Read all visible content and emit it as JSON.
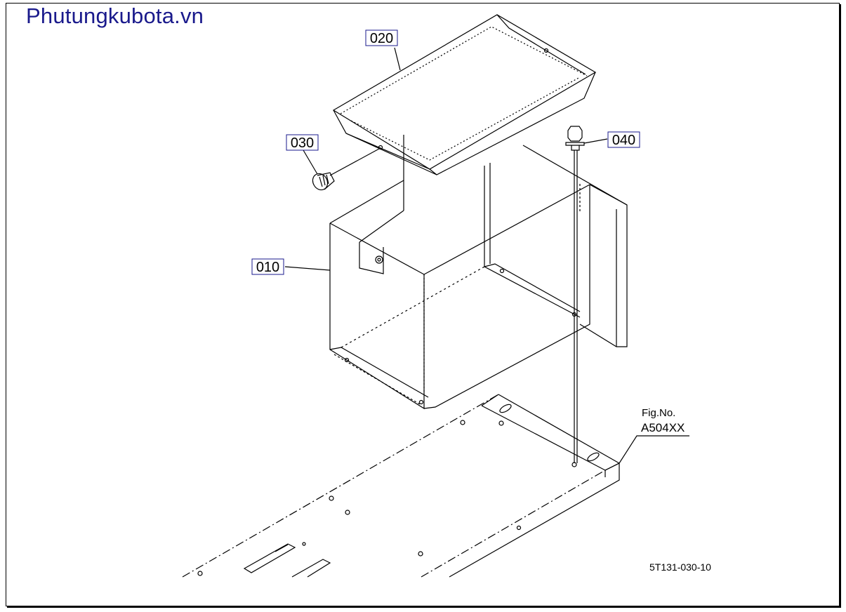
{
  "site": {
    "title": "Phutungkubota.vn"
  },
  "callouts": [
    "020",
    "030",
    "040",
    "010"
  ],
  "figure": {
    "label": "Fig.No.",
    "number": "A504XX",
    "drawing_id": "5T131-030-10"
  },
  "colors": {
    "title": "#1a1a8c",
    "line": "#000000",
    "callout_box": "#1a1a8c"
  }
}
